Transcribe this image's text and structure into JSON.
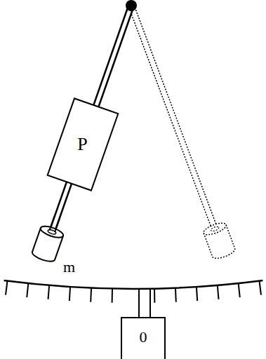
{
  "diagram": {
    "nodes": [
      {
        "text": [
          "P"
        ]
      },
      {
        "text": [
          "0"
        ]
      }
    ],
    "labels": [
      "m"
    ]
  }
}
